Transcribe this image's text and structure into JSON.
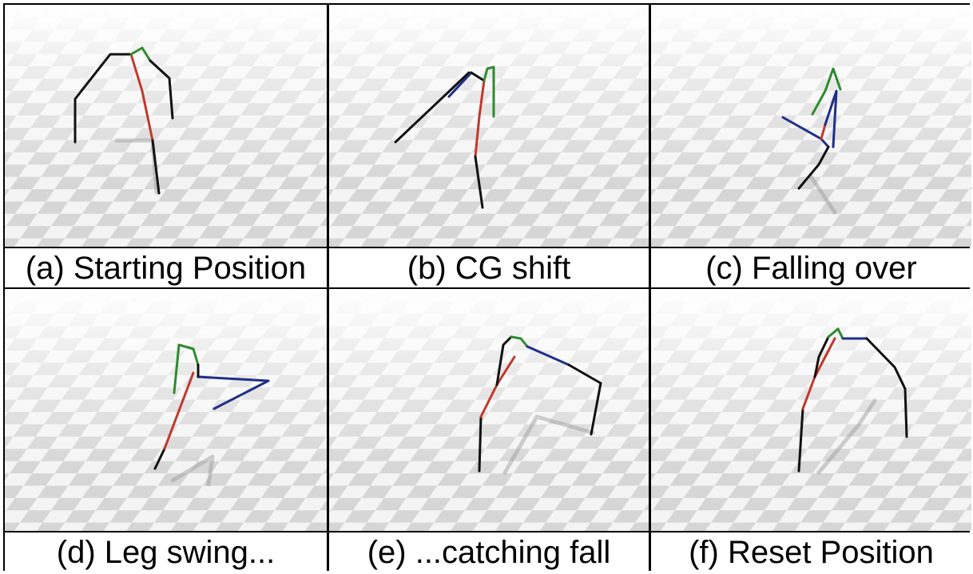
{
  "panels": [
    {
      "caption": "(a) Starting Position",
      "pose": "starting-position"
    },
    {
      "caption": "(b) CG shift",
      "pose": "cg-shift"
    },
    {
      "caption": "(c) Falling over",
      "pose": "falling-over"
    },
    {
      "caption": "(d) Leg swing...",
      "pose": "leg-swing"
    },
    {
      "caption": "(e) ...catching fall",
      "pose": "catching-fall"
    },
    {
      "caption": "(f) Reset Position",
      "pose": "reset-position"
    }
  ],
  "colors": {
    "border": "#000000",
    "ground_light": "#f4f4f4",
    "ground_dark": "#d6d6d6",
    "sky": "#ffffff",
    "leg_black": "#111111",
    "leg_red": "#c0392b",
    "leg_green": "#2e8b2e",
    "leg_blue": "#1f2f8a",
    "shadow": "#9a9a9a"
  }
}
